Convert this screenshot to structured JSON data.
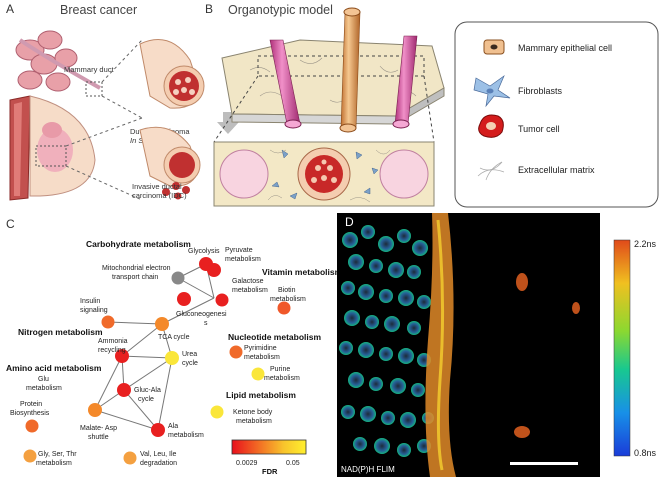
{
  "panels": {
    "a": {
      "letter": "A",
      "title": "Breast cancer",
      "mammary_duct": "Mammary duct",
      "dcis_line1": "Ductal Carcinoma",
      "dcis_line2": "In Situ (DCIS)",
      "idc_line1": "Invasive ductal",
      "idc_line2": "carcinoma (IDC)"
    },
    "b": {
      "letter": "B",
      "title": "Organotypic model"
    },
    "legend": {
      "items": [
        {
          "label": "Mammary epithelial cell",
          "icon": "epithelial-cell-icon"
        },
        {
          "label": "Fibroblasts",
          "icon": "fibroblast-icon"
        },
        {
          "label": "Tumor cell",
          "icon": "tumor-cell-icon"
        },
        {
          "label": "Extracellular matrix",
          "icon": "ecm-fibers-icon"
        }
      ]
    },
    "c": {
      "letter": "C",
      "categories": {
        "carb": "Carbohydrate metabolism",
        "vitamin": "Vitamin metabolism",
        "nitrogen": "Nitrogen metabolism",
        "nucleotide": "Nucleotide metabolism",
        "amino": "Amino acid metabolism",
        "lipid": "Lipid metabolism"
      },
      "nodes": {
        "glycolysis": "Glycolysis",
        "pyruvate1": "Pyruvate",
        "pyruvate2": "metabolism",
        "mito1": "Mitochondrial electron",
        "mito2": "transport chain",
        "galactose1": "Galactose",
        "galactose2": "metabolism",
        "insulin1": "Insulin",
        "insulin2": "signaling",
        "gluconeo1": "Gluconeogenesi",
        "gluconeo2": "s",
        "biotin1": "Biotin",
        "biotin2": "metabolism",
        "tca": "TCA cycle",
        "ammonia1": "Ammonia",
        "ammonia2": "recycling",
        "pyrimidine1": "Pyrimidine",
        "pyrimidine2": "metabolism",
        "urea1": "Urea",
        "urea2": "cycle",
        "purine1": "Purine",
        "purine2": "metabolism",
        "glu1": "Glu",
        "glu2": "metabolism",
        "glucala1": "Gluc-Ala",
        "glucala2": "cycle",
        "protein1": "Protein",
        "protein2": "Biosynthesis",
        "ketone1": "Ketone body",
        "ketone2": "metabolism",
        "malate1": "Malate- Asp",
        "malate2": "shuttle",
        "ala1": "Ala",
        "ala2": "metabolism",
        "gly1": "Gly, Ser, Thr",
        "gly2": "metabolism",
        "val1": "Val, Leu, Ile",
        "val2": "degradation"
      },
      "fdr_scale": {
        "label": "FDR",
        "min": "0.0029",
        "max": "0.05",
        "colors": [
          "#e8101c",
          "#f26a24",
          "#f8c42c",
          "#fff02e"
        ]
      }
    },
    "d": {
      "letter": "D",
      "label": "NAD(P)H FLIM",
      "scale_max": "2.2ns",
      "scale_min": "0.8ns",
      "colormap": [
        "#e04a1a",
        "#f0c020",
        "#8cd830",
        "#18c890",
        "#1890e8",
        "#1a3cd8"
      ]
    }
  }
}
